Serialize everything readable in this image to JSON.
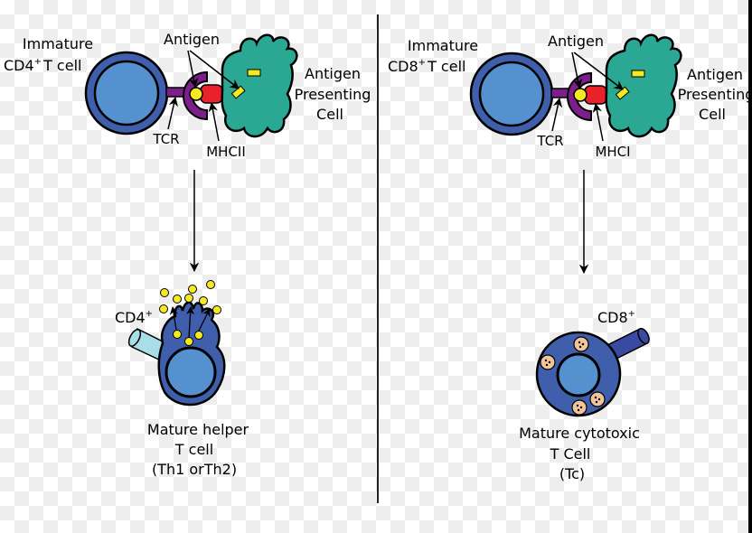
{
  "diagram": {
    "title": "T cell activation: CD4+ helper and CD8+ cytotoxic pathways",
    "colors": {
      "tcell_outer": "#3f5fad",
      "tcell_nucleus": "#5590cf",
      "apc": "#2aa894",
      "tcr": "#7d1f8a",
      "mhc": "#e8212a",
      "antigen": "#f4ea22",
      "cd4_receptor": "#a9dde8",
      "cd8_receptor": "#3a4aa3",
      "granule": "#f2c49a"
    },
    "left": {
      "immature_label_line1": "Immature",
      "immature_label_line2_pre": "CD4",
      "immature_label_sup": "+",
      "immature_label_line2_post": "T cell",
      "antigen_label": "Antigen",
      "apc_line1": "Antigen",
      "apc_line2": "Presenting",
      "apc_line3": "Cell",
      "tcr_label": "TCR",
      "mhc_label": "MHCII",
      "receptor_label": "CD4",
      "receptor_sup": "+",
      "mature_line1": "Mature helper",
      "mature_line2": "T cell",
      "mature_line3": "(Th1 orTh2)"
    },
    "right": {
      "immature_label_line1": "Immature",
      "immature_label_line2_pre": "CD8",
      "immature_label_sup": "+",
      "immature_label_line2_post": "T cell",
      "antigen_label": "Antigen",
      "apc_line1": "Antigen",
      "apc_line2": "Presenting",
      "apc_line3": "Cell",
      "tcr_label": "TCR",
      "mhc_label": "MHCI",
      "receptor_label": "CD8",
      "receptor_sup": "+",
      "mature_line1": "Mature cytotoxic",
      "mature_line2": "T Cell",
      "mature_line3": "(Tc)"
    }
  }
}
